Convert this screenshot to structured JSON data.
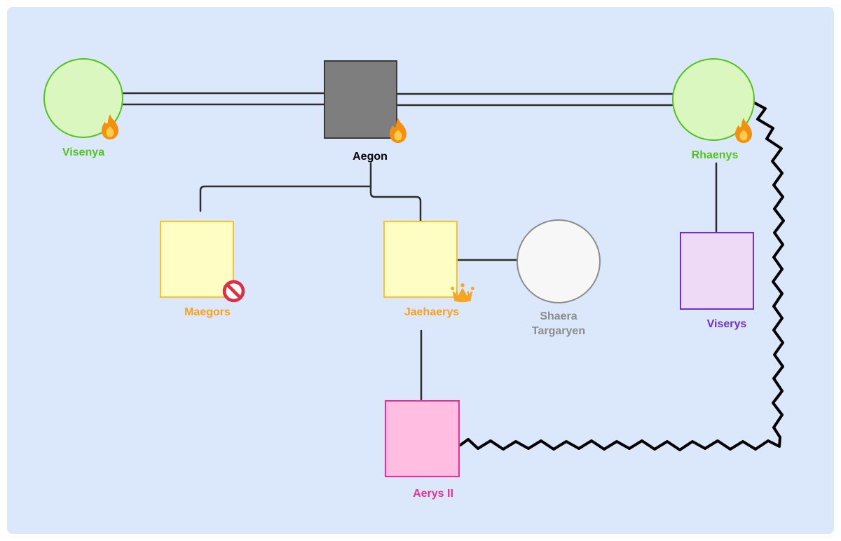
{
  "diagram": {
    "type": "family-genogram",
    "canvas_background": "#dbe8fc",
    "page_background": "#ffffff",
    "connector_color": "#2d2d2d",
    "zigzag_color": "#000000",
    "icons": {
      "fire": "flame-badge 🔥",
      "crown": "crown-badge 👑",
      "no_entry": "no-entry-badge 🚫"
    },
    "nodes": [
      {
        "id": "visenya",
        "label": "Visenya",
        "shape": "circle",
        "fill": "#d9f7be",
        "stroke": "#52c41a",
        "label_color": "#52c41a",
        "icon": "fire"
      },
      {
        "id": "aegon",
        "label": "Aegon",
        "shape": "square",
        "fill": "#7e7e7e",
        "stroke": "#3a3a3a",
        "label_color": "#000000",
        "icon": "fire"
      },
      {
        "id": "rhaenys",
        "label": "Rhaenys",
        "shape": "circle",
        "fill": "#d9f7be",
        "stroke": "#52c41a",
        "label_color": "#52c41a",
        "icon": "fire"
      },
      {
        "id": "maegors",
        "label": "Maegors",
        "shape": "square",
        "fill": "#fdfdc4",
        "stroke": "#fbc02d",
        "label_color": "#f9a01b",
        "icon": "no_entry"
      },
      {
        "id": "jaehaerys",
        "label": "Jaehaerys",
        "shape": "square",
        "fill": "#fdfdc4",
        "stroke": "#fbc02d",
        "label_color": "#f9a01b",
        "icon": "crown"
      },
      {
        "id": "shaera",
        "label": "Shaera Targaryen",
        "shape": "circle",
        "fill": "#f7f7f7",
        "stroke": "#8c8c8c",
        "label_color": "#8c8c8c",
        "icon": null
      },
      {
        "id": "viserys",
        "label": "Viserys",
        "shape": "square",
        "fill": "#eed9f6",
        "stroke": "#722ed1",
        "label_color": "#722ed1",
        "icon": null
      },
      {
        "id": "aerys",
        "label": "Aerys II",
        "shape": "square",
        "fill": "#ffbde2",
        "stroke": "#eb2f96",
        "label_color": "#eb2f96",
        "icon": null
      }
    ],
    "edges": [
      {
        "from": "Visenya",
        "to": "Aegon",
        "type": "marriage-double-line"
      },
      {
        "from": "Aegon",
        "to": "Rhaenys",
        "type": "marriage-double-line"
      },
      {
        "from": "Aegon",
        "to": "Maegors",
        "type": "parent-child-line"
      },
      {
        "from": "Aegon",
        "to": "Jaehaerys",
        "type": "parent-child-line"
      },
      {
        "from": "Jaehaerys",
        "to": "Shaera Targaryen",
        "type": "partner-line"
      },
      {
        "from": "Jaehaerys",
        "to": "Aerys II",
        "type": "parent-child-line"
      },
      {
        "from": "Rhaenys",
        "to": "Viserys",
        "type": "parent-child-line"
      },
      {
        "from": "Rhaenys",
        "to": "Aerys II",
        "type": "zigzag-conflict-line"
      }
    ]
  }
}
